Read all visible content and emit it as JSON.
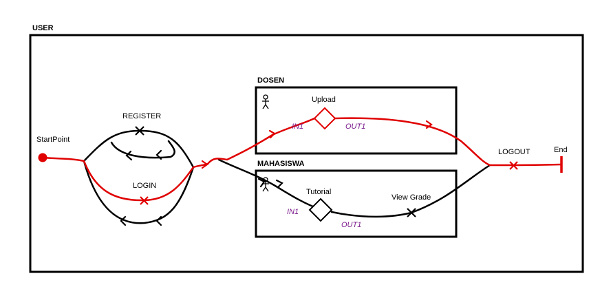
{
  "diagram": {
    "lanes": {
      "user": "USER",
      "dosen": "DOSEN",
      "mahasiswa": "MAHASISWA"
    },
    "nodes": {
      "start": "StartPoint",
      "register": "REGISTER",
      "login": "LOGIN",
      "upload": "Upload",
      "tutorial": "Tutorial",
      "view_grade": "View Grade",
      "logout": "LOGOUT",
      "end": "End"
    },
    "ports": {
      "dosen_in": "IN1",
      "dosen_out": "OUT1",
      "mhs_in": "IN1",
      "mhs_out": "OUT1"
    },
    "colors": {
      "highlight_path": "#e00000",
      "default_path": "#000000",
      "port_label": "#7a1a8c"
    }
  }
}
